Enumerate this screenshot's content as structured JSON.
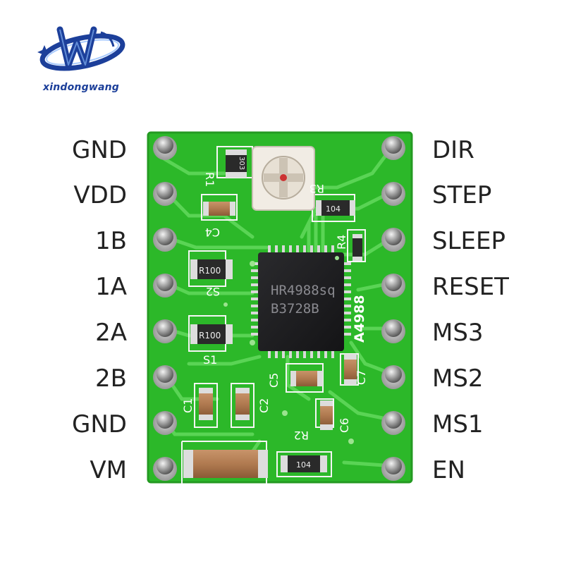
{
  "logo": {
    "brand": "xindongwang"
  },
  "pins": {
    "left": [
      "GND",
      "VDD",
      "1B",
      "1A",
      "2A",
      "2B",
      "GND",
      "VM"
    ],
    "right": [
      "DIR",
      "STEP",
      "SLEEP",
      "RESET",
      "MS3",
      "MS2",
      "MS1",
      "EN"
    ]
  },
  "board": {
    "chip_line1": "HR4988sq",
    "chip_line2": "B3728B",
    "chip_side": "A4988",
    "resistors": {
      "r1_value": "303",
      "r1_ref": "R1",
      "s1_value": "R100",
      "s1_ref": "S1",
      "s2_value": "R100",
      "s2_ref": "S2",
      "r2_value": "104",
      "r2_ref": "R2",
      "r3_value": "104",
      "r3_ref": "R3",
      "r4_ref": "R4"
    },
    "capacitors": {
      "c1": "C1",
      "c2": "C2",
      "c4": "C4",
      "c5": "C5",
      "c6": "C6",
      "c7": "C7"
    },
    "colors": {
      "pcb": "#2ebd2a",
      "pcb_light": "#5fd85a",
      "silk": "#ffffff",
      "chip": "#1d1d1f"
    }
  }
}
